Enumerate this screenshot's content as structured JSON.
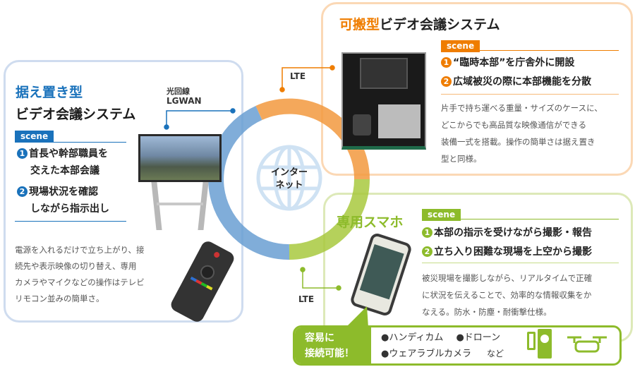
{
  "center": {
    "line1": "インター",
    "line2": "ネット"
  },
  "connections": {
    "left_line1": "光回線",
    "left_line2": "LGWAN",
    "top": "LTE",
    "bottom": "LTE"
  },
  "stationary": {
    "title_accent": "据え置き型",
    "title": "ビデオ会議システム",
    "scene": "scene",
    "points": [
      {
        "n": "1",
        "l1": "首長や幹部職員を",
        "l2": "交えた本部会議"
      },
      {
        "n": "2",
        "l1": "現場状況を確認",
        "l2": "しながら指示出し"
      }
    ],
    "desc": [
      "電源を入れるだけで立ち上がり、接",
      "続先や表示映像の切り替え、専用",
      "カメラやマイクなどの操作はテレビ",
      "リモコン並みの簡単さ。"
    ]
  },
  "portable": {
    "title_accent": "可搬型",
    "title": "ビデオ会議システム",
    "scene": "scene",
    "points": [
      {
        "n": "1",
        "text": "“臨時本部”を庁舎外に開設"
      },
      {
        "n": "2",
        "text": "広域被災の際に本部機能を分散"
      }
    ],
    "desc": [
      "片手で持ち運べる重量・サイズのケースに、",
      "どこからでも高品質な映像通信ができる",
      "装備一式を搭載。操作の簡単さは据え置き",
      "型と同様。"
    ]
  },
  "smartphone": {
    "title": "専用スマホ",
    "scene": "scene",
    "points": [
      {
        "n": "1",
        "text": "本部の指示を受けながら撮影・報告"
      },
      {
        "n": "2",
        "text": "立ち入り困難な現場を上空から撮影"
      }
    ],
    "desc": [
      "被災現場を撮影しながら、リアルタイムで正確",
      "に状況を伝えることで、効率的な情報収集をか",
      "なえる。防水・防塵・耐衝撃仕様。"
    ]
  },
  "connect": {
    "label1": "容易に",
    "label2": "接続可能！",
    "items": [
      "●ハンディカム",
      "●ドローン",
      "●ウェアラブルカメラ"
    ],
    "etc": "など"
  },
  "colors": {
    "blue": "#1a72bb",
    "orange": "#ef7d00",
    "green": "#8dbb2b"
  }
}
